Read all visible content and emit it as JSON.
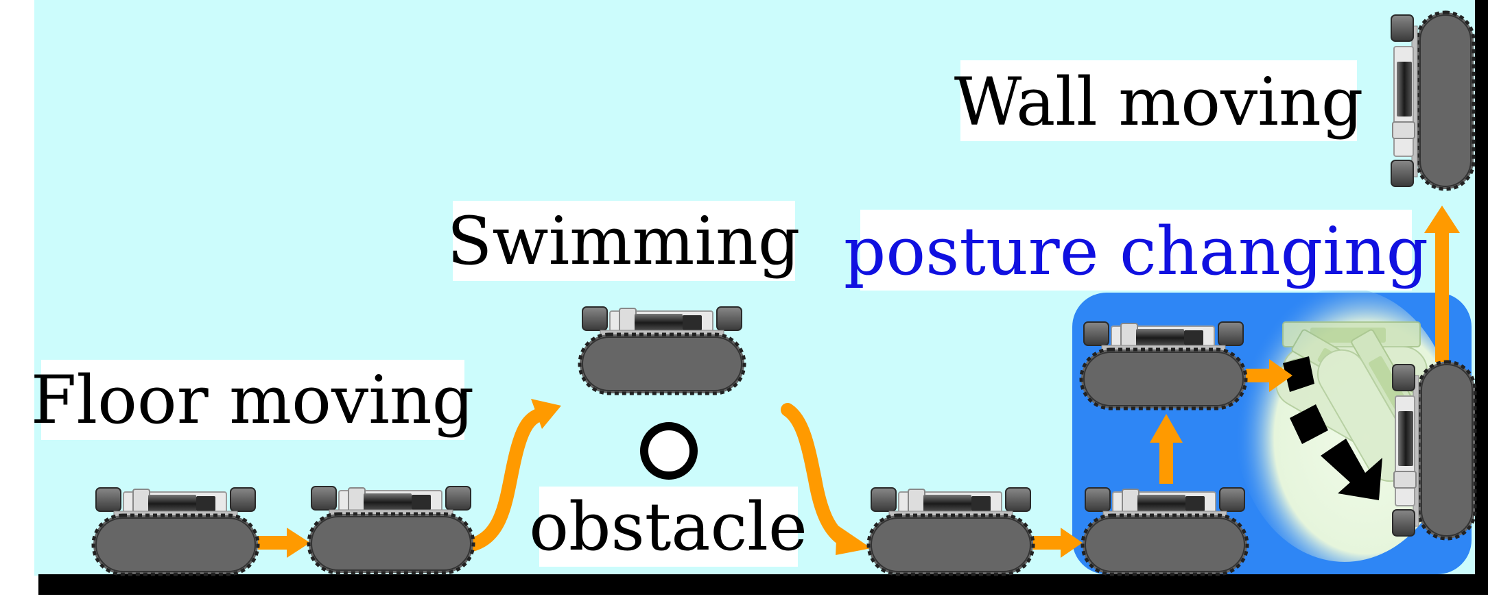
{
  "labels": {
    "floor": "Floor moving",
    "swimming": "Swimming",
    "obstacle": "obstacle",
    "posture": "posture changing",
    "wall": "Wall moving"
  },
  "colors": {
    "water": "#CCFCFC",
    "posture_zone": "#2E86F5",
    "arrow": "#FF9A00",
    "rotation_arrow": "#000000",
    "posture_text": "#1010E0",
    "robot_body": "#666666"
  }
}
